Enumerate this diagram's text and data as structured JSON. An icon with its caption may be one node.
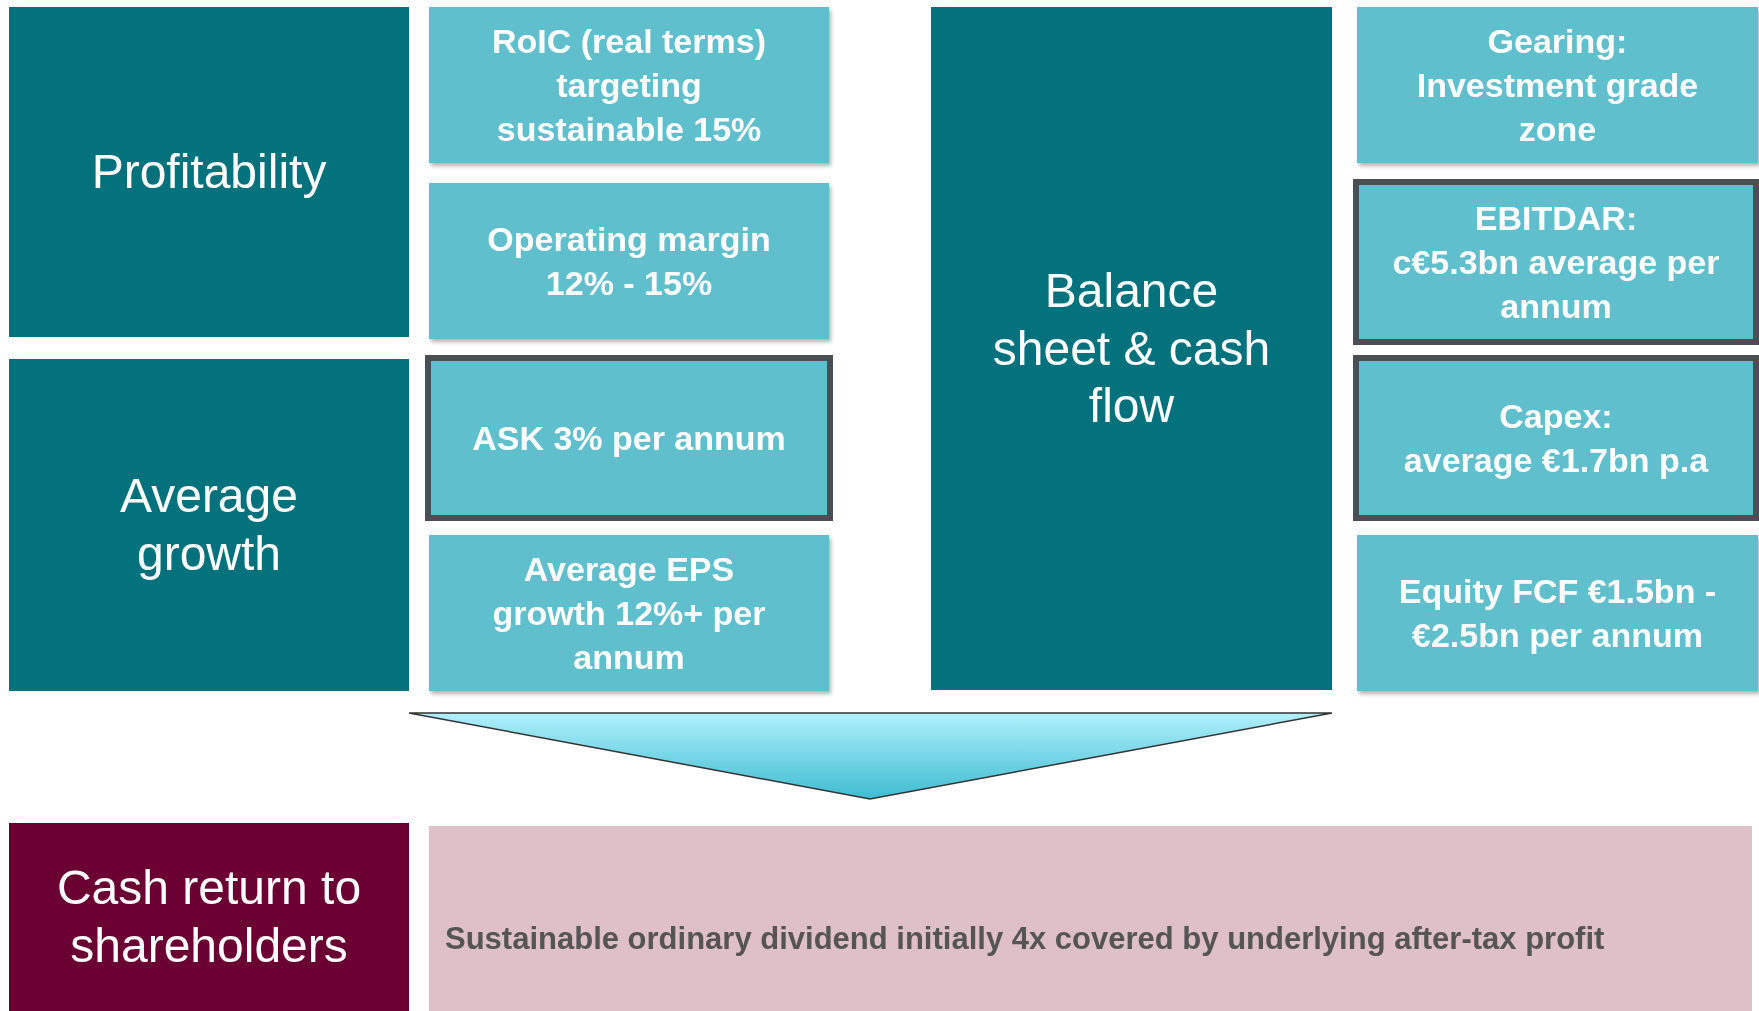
{
  "diagram": {
    "nodes": [
      {
        "text": [
          "Profitability"
        ]
      },
      {
        "text": [
          "RoIC (real terms) targeting sustainable 15%"
        ]
      },
      {
        "text": [
          "Operating margin 12% - 15%"
        ]
      },
      {
        "text": [
          "Average growth"
        ]
      },
      {
        "text": [
          "ASK 3% per annum"
        ]
      },
      {
        "text": [
          "Average EPS growth 12%+ per annum"
        ]
      },
      {
        "text": [
          "Balance sheet & cash flow"
        ]
      },
      {
        "text": [
          "Gearing:",
          "Investment grade zone"
        ]
      },
      {
        "text": [
          "EBITDAR:",
          "c€5.3bn average per annum"
        ]
      },
      {
        "text": [
          "Capex:",
          "average €1.7bn p.a"
        ]
      },
      {
        "text": [
          "Equity FCF €1.5bn - €2.5bn per annum"
        ]
      },
      {
        "text": [
          "Cash return to shareholders"
        ]
      },
      {
        "text": [
          "Sustainable ordinary dividend initially 4x covered by underlying after-tax profit"
        ]
      }
    ]
  }
}
